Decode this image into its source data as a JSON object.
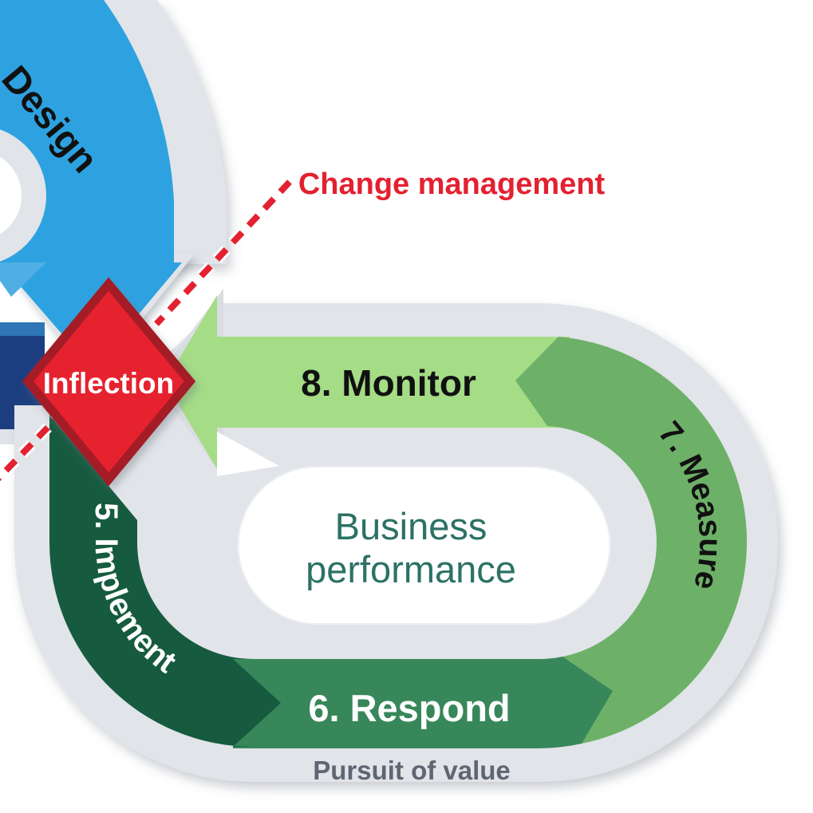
{
  "diagram": {
    "left_loop": {
      "step_label": "Design"
    },
    "junction": {
      "diamond_label": "Inflection",
      "annotation_label": "Change management"
    },
    "right_loop": {
      "steps": [
        {
          "label": "5. Implement"
        },
        {
          "label": "6. Respond"
        },
        {
          "label": "7. Measure"
        },
        {
          "label": "8. Monitor"
        }
      ],
      "center_label_line1": "Business",
      "center_label_line2": "performance",
      "caption": "Pursuit of value"
    },
    "colors": {
      "track_gray": "#E1E4E9",
      "design_blue": "#2EA2E0",
      "navy_band": "#1C3E80",
      "navy_band_top": "#2E76B5",
      "monitor_green": "#A5DC86",
      "measure_green": "#6DB168",
      "respond_green": "#37875A",
      "implement_green": "#165B40",
      "alert_red": "#E32130",
      "diamond_fill": "#E5202D",
      "diamond_border": "#A31D28",
      "center_text_teal": "#2B7265",
      "caption_gray": "#5F6571",
      "label_black": "#111111",
      "white": "#FFFFFF"
    }
  }
}
